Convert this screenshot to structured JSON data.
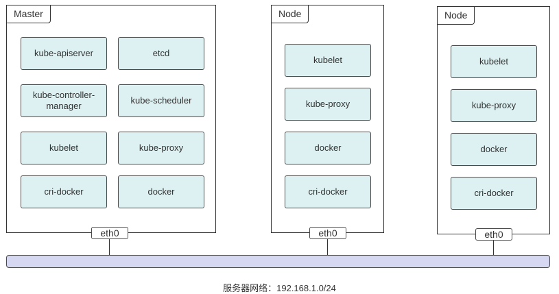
{
  "hosts": [
    {
      "title": "Master",
      "components": [
        "kube-apiserver",
        "etcd",
        "kube-controller-manager",
        "kube-scheduler",
        "kubelet",
        "kube-proxy",
        "cri-docker",
        "docker"
      ],
      "interface": "eth0"
    },
    {
      "title": "Node",
      "components": [
        "kubelet",
        "kube-proxy",
        "docker",
        "cri-docker"
      ],
      "interface": "eth0"
    },
    {
      "title": "Node",
      "components": [
        "kubelet",
        "kube-proxy",
        "docker",
        "cri-docker"
      ],
      "interface": "eth0"
    }
  ],
  "network": {
    "label": "服务器网络：192.168.1.0/24"
  },
  "colors": {
    "component_fill": "#ddf1f2",
    "network_fill": "#d6d7f0",
    "stroke": "#333333"
  }
}
